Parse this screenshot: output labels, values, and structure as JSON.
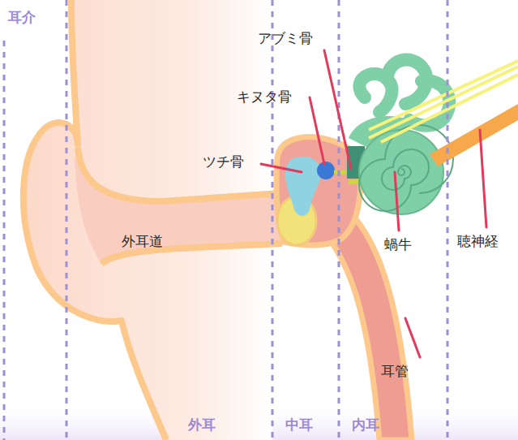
{
  "diagram": {
    "labels": [
      "耳介",
      "アブミ骨",
      "キヌタ骨",
      "ツチ骨",
      "外耳道",
      "蝸牛",
      "聴神経",
      "耳管",
      "外耳",
      "中耳",
      "内耳"
    ]
  }
}
